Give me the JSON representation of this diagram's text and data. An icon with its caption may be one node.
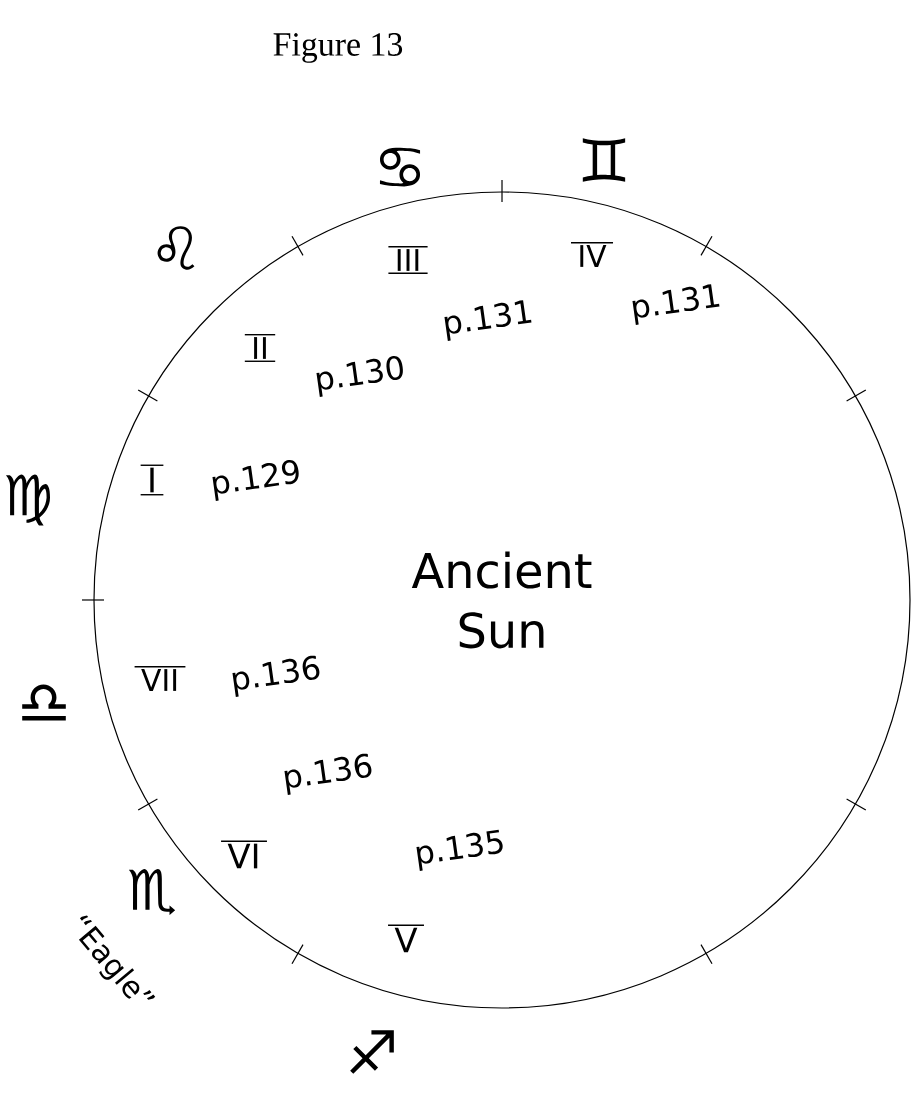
{
  "diagram": {
    "title": "Figure 13",
    "nodes": [
      {
        "text": [
          "Ancient Sun"
        ]
      }
    ],
    "edges": [],
    "labels": [
      "♋",
      "♊",
      "♌",
      "III",
      "IV",
      "p.131",
      "p.131",
      "II",
      "p.130",
      "♍",
      "I",
      "p.129",
      "VII",
      "p.136",
      "♎",
      "p.136",
      "VI",
      "p.135",
      "♏",
      "“Eagle”",
      "V",
      "♐"
    ]
  }
}
